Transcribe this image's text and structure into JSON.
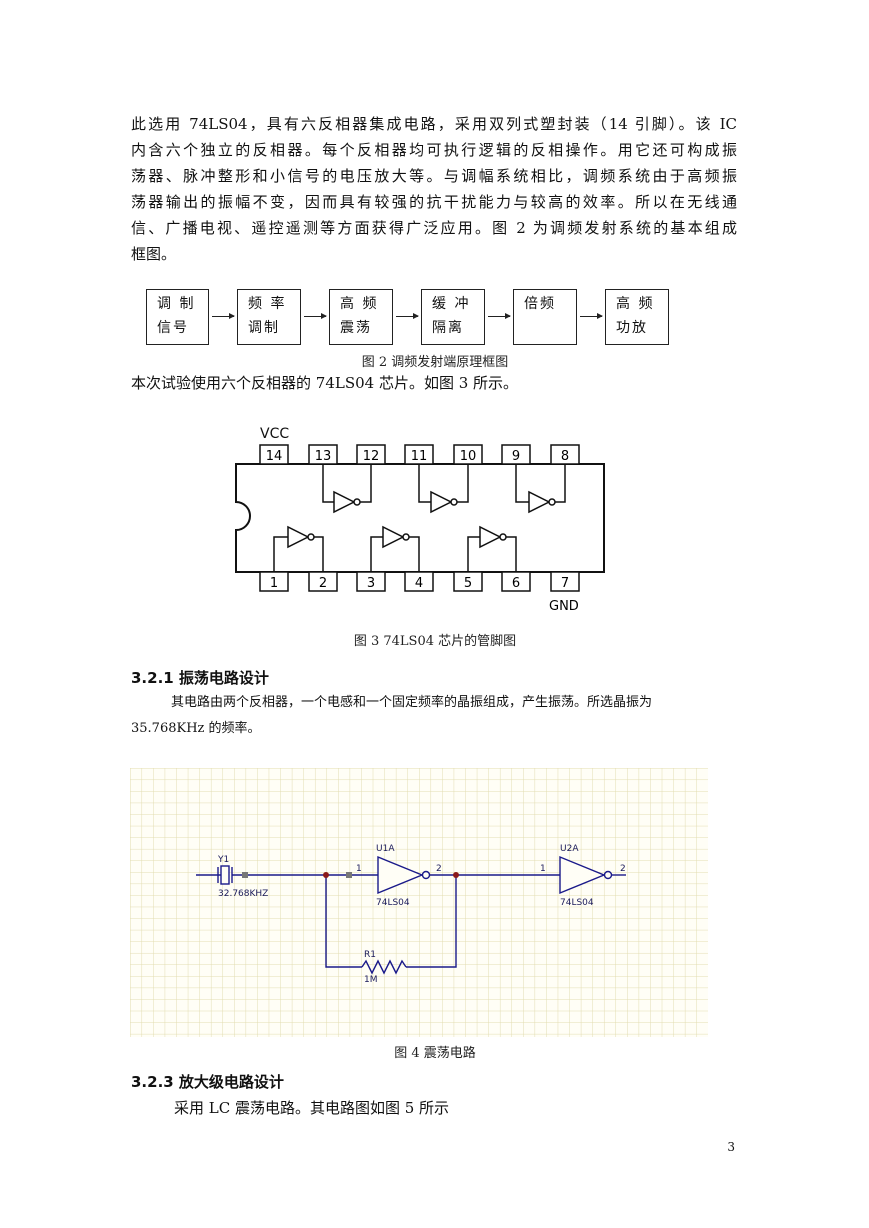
{
  "intro_paragraph": {
    "lines": [
      "此选用 74LS04，具有六反相器集成电路，采用双列式塑封装（14 引脚）。该 IC",
      "内含六个独立的反相器。每个反相器均可执行逻辑的反相操作。用它还可构成振",
      "荡器、脉冲整形和小信号的电压放大等。与调幅系统相比，调频系统由于高频振",
      "荡器输出的振幅不变，因而具有较强的抗干扰能力与较高的效率。所以在无线通",
      "信、广播电视、遥控遥测等方面获得广泛应用。图 2 为调频发射系统的基本组成",
      "框图。"
    ]
  },
  "figure2": {
    "blocks": [
      {
        "line1": "调  制",
        "line2": "信号"
      },
      {
        "line1": "频  率",
        "line2": "调制"
      },
      {
        "line1": "高  频",
        "line2": "震荡"
      },
      {
        "line1": "缓  冲",
        "line2": "隔离"
      },
      {
        "line1": "倍频",
        "line2": ""
      },
      {
        "line1": "高  频",
        "line2": "功放"
      }
    ],
    "caption": "图 2  调频发射端原理框图"
  },
  "sentence_fig3": "本次试验使用六个反相器的 74LS04 芯片。如图 3 所示。",
  "figure3": {
    "vcc_label": "VCC",
    "gnd_label": "GND",
    "top_pins": [
      "14",
      "13",
      "12",
      "11",
      "10",
      "9",
      "8"
    ],
    "bottom_pins": [
      "1",
      "2",
      "3",
      "4",
      "5",
      "6",
      "7"
    ],
    "caption": "图 3  74LS04 芯片的管脚图"
  },
  "section_321": {
    "heading": "3.2.1  振荡电路设计",
    "lines": [
      "其电路由两个反相器，一个电感和一个固定频率的晶振组成，产生振荡。所选晶振为",
      "35.768KHz 的频率。"
    ]
  },
  "figure4": {
    "crystal_ref": "Y1",
    "crystal_value": "32.768KHZ",
    "u1_ref": "U1A",
    "u1_part": "74LS04",
    "u1_pin_in": "1",
    "u1_pin_out": "2",
    "u2_ref": "U2A",
    "u2_part": "74LS04",
    "u2_pin_in": "1",
    "u2_pin_out": "2",
    "r_ref": "R1",
    "r_value": "1M",
    "grid_color": "#e2dcb0",
    "caption": "图 4 震荡电路"
  },
  "section_323": {
    "heading": "3.2.3  放大级电路设计",
    "text": "采用 LC 震荡电路。其电路图如图 5 所示"
  },
  "page_number": "3"
}
